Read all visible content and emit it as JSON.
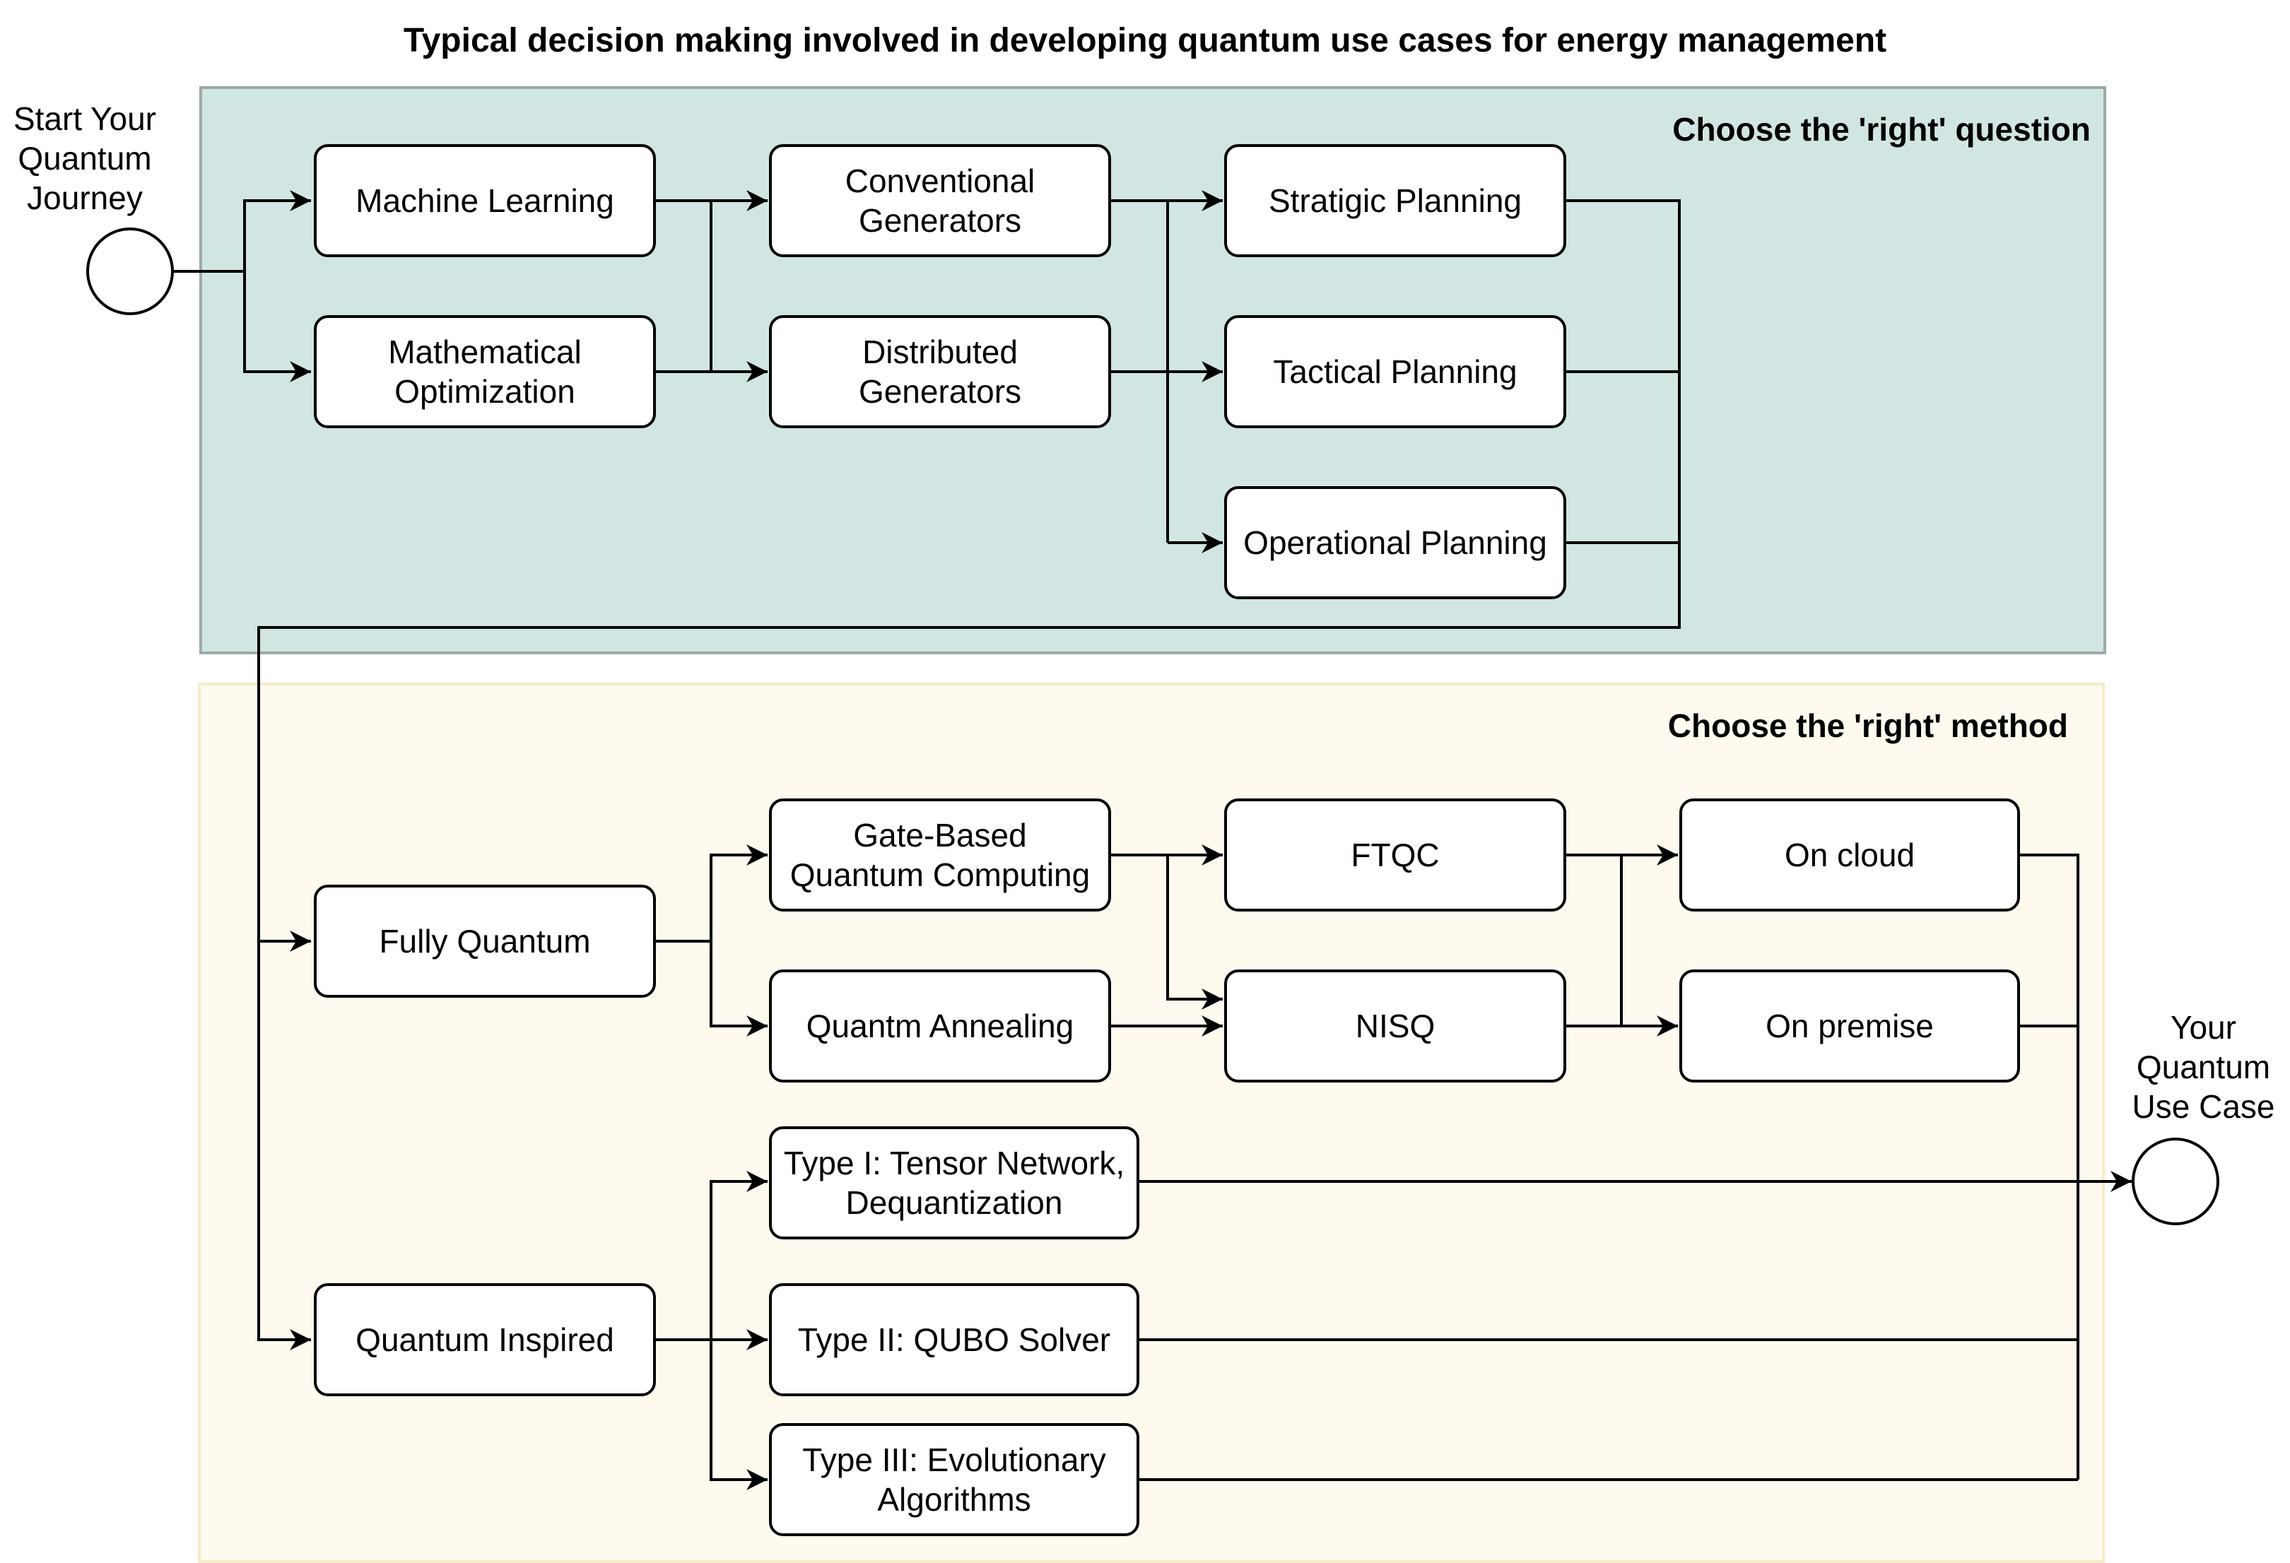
{
  "title": "Typical decision making involved in developing quantum use cases for energy management",
  "panels": {
    "question_label": "Choose the 'right' question",
    "method_label": "Choose the 'right' method"
  },
  "start": {
    "label": "Start Your\nQuantum\nJourney"
  },
  "end": {
    "label": "Your\nQuantum\nUse Case"
  },
  "nodes": {
    "machine_learning": "Machine Learning",
    "mathematical_optimization": "Mathematical\nOptimization",
    "conventional_generators": "Conventional\nGenerators",
    "distributed_generators": "Distributed\nGenerators",
    "strategic_planning": "Stratigic Planning",
    "tactical_planning": "Tactical Planning",
    "operational_planning": "Operational Planning",
    "fully_quantum": "Fully Quantum",
    "quantum_inspired": "Quantum Inspired",
    "gate_based": "Gate-Based\nQuantum Computing",
    "quantum_annealing": "Quantm Annealing",
    "ftqc": "FTQC",
    "nisq": "NISQ",
    "on_cloud": "On cloud",
    "on_premise": "On premise",
    "type1": "Type I: Tensor Network,\nDequantization",
    "type2": "Type II: QUBO Solver",
    "type3": "Type III: Evolutionary\nAlgorithms"
  },
  "colors": {
    "question_panel": "#d1e6e2",
    "method_panel": "#fffaef",
    "line": "#000000"
  }
}
